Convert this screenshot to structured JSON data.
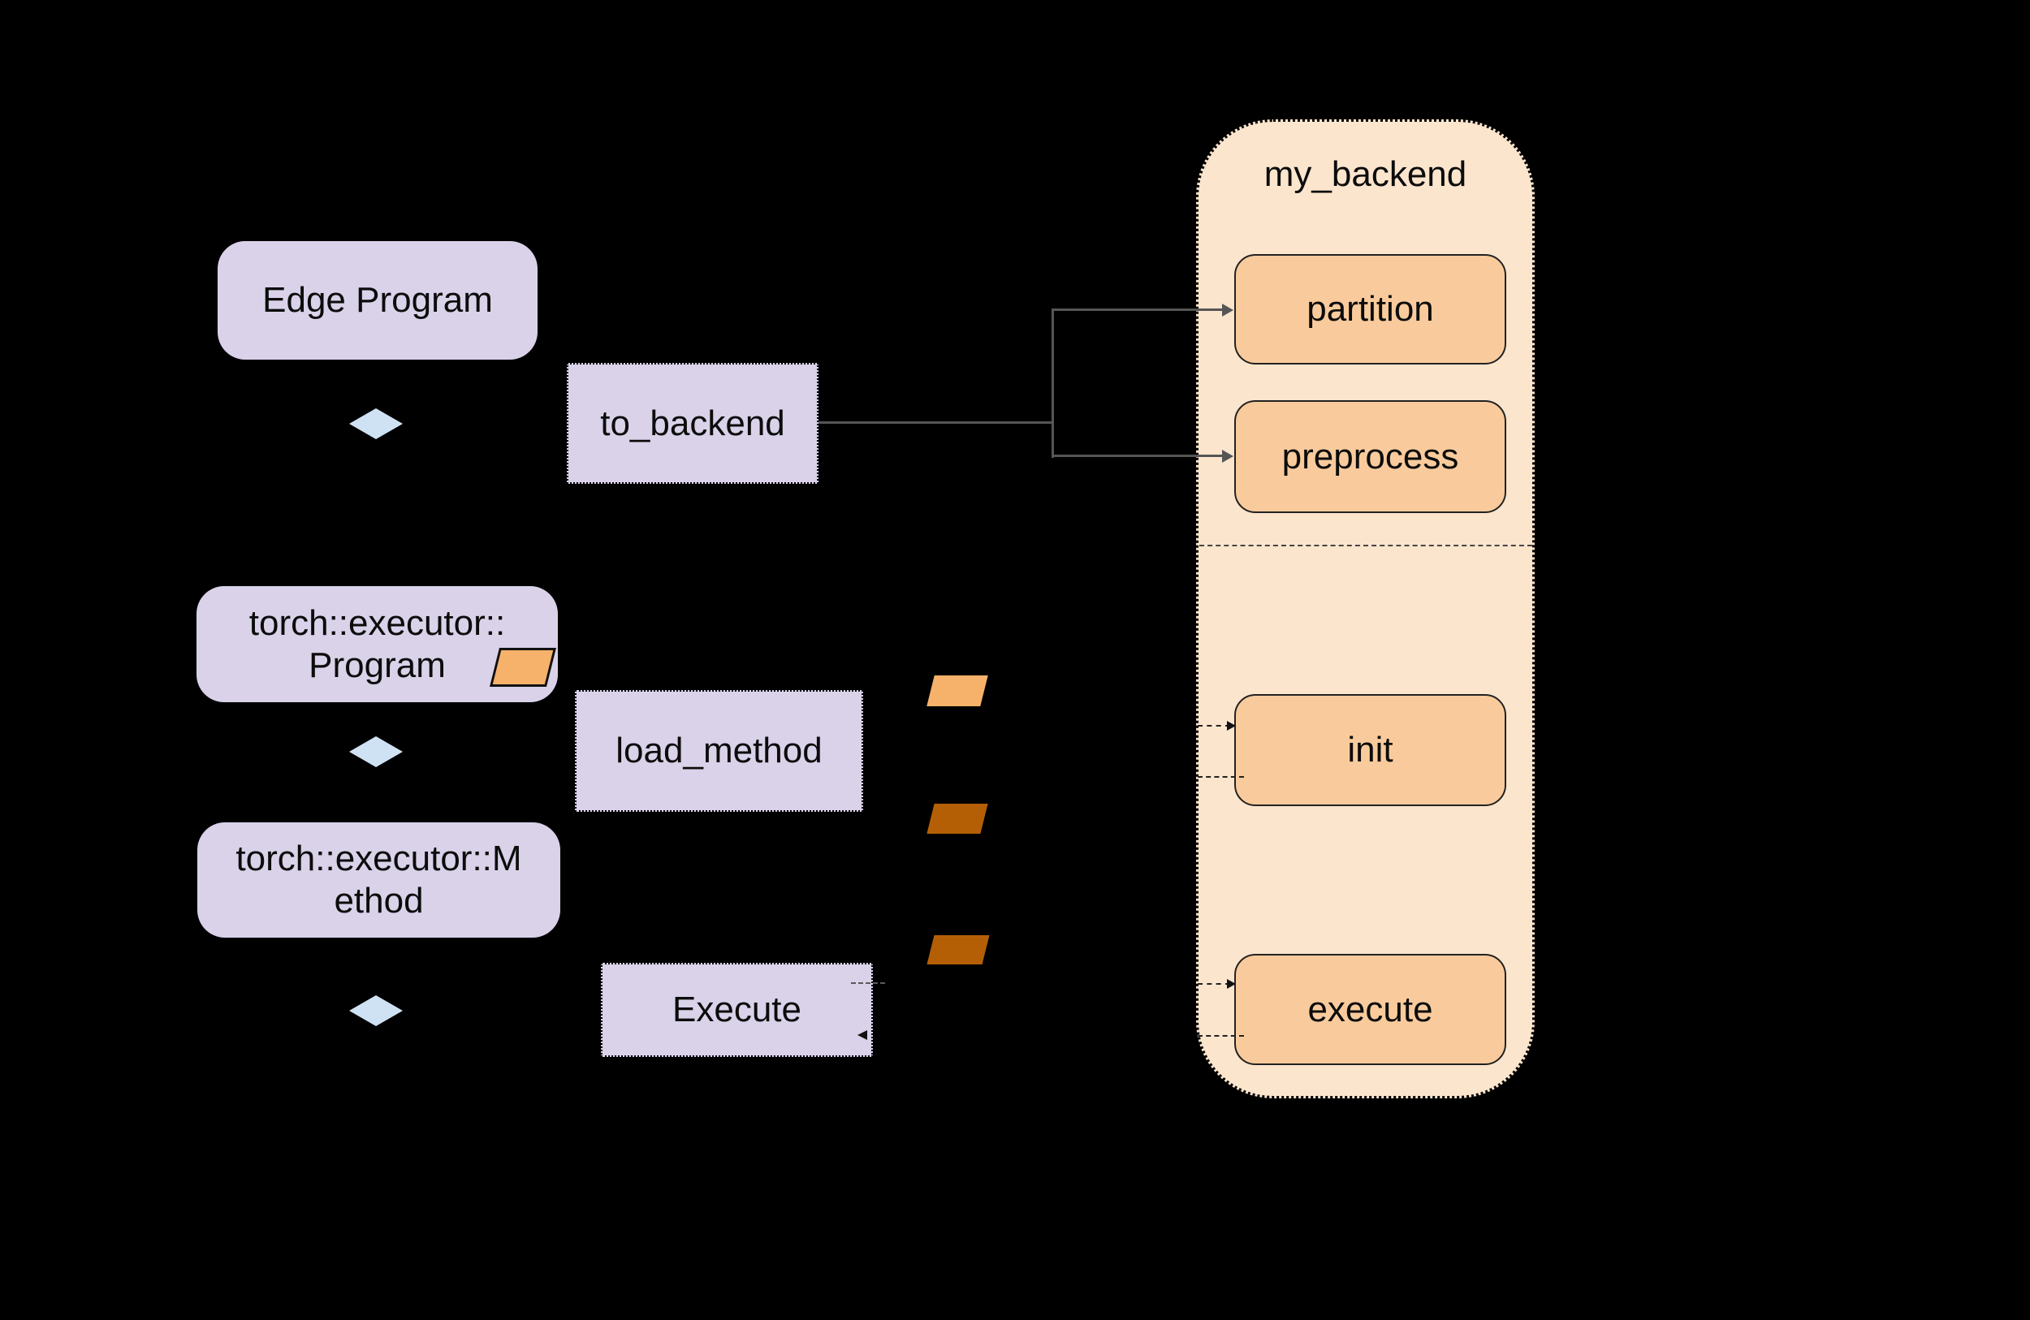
{
  "colors": {
    "background": "#000000",
    "lavender": "#d9d2e9",
    "backend_peach": "#fce5cd",
    "box_orange": "#f9cb9c",
    "parallelogram_orange": "#f6b26b",
    "parallelogram_dark": "#b45f06",
    "diamond_blue": "#cfe2f3",
    "connector_gray": "#555555"
  },
  "nodes": {
    "edge_program": {
      "label": "Edge Program"
    },
    "to_backend": {
      "label": "to_backend"
    },
    "program": {
      "line1": "torch::executor::",
      "line2": "Program"
    },
    "load_method": {
      "label": "load_method"
    },
    "method": {
      "line1": "torch::executor::M",
      "line2": "ethod"
    },
    "execute_call": {
      "label": "Execute"
    },
    "backend": {
      "title": "my_backend",
      "functions": [
        "partition",
        "preprocess",
        "init",
        "execute"
      ]
    }
  }
}
